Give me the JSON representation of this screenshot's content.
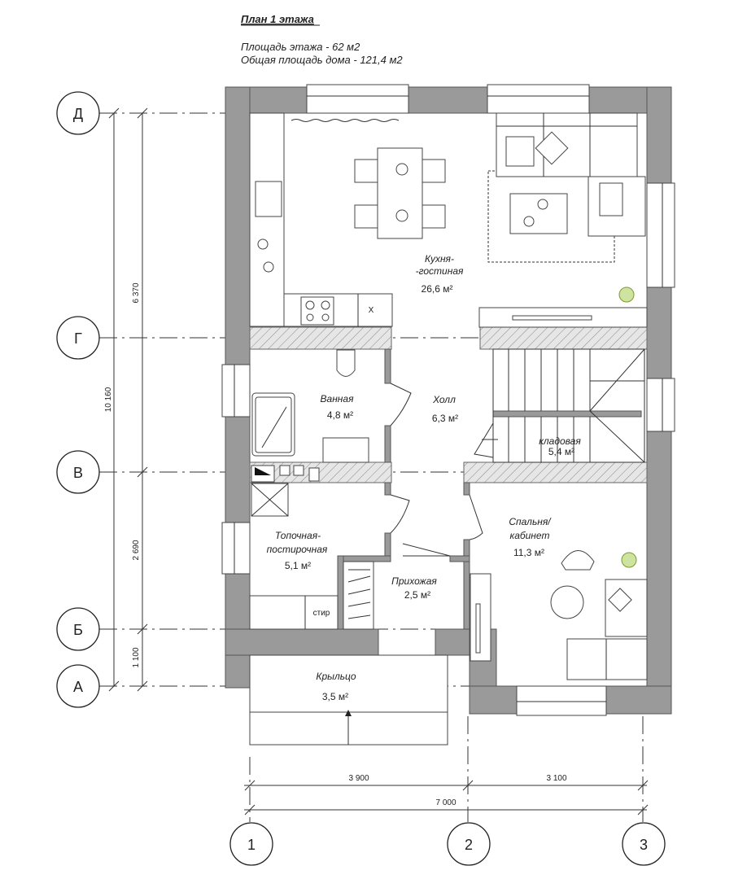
{
  "header": {
    "title": "План 1 этажа",
    "floor_area": "Площадь этажа - 62 м2",
    "total_area": "Общая площадь дома - 121,4 м2"
  },
  "axes": {
    "rows": [
      "Д",
      "Г",
      "В",
      "Б",
      "А"
    ],
    "columns": [
      "1",
      "2",
      "3"
    ]
  },
  "dimensions": {
    "vertical_total": "10 160",
    "vertical": [
      "6 370",
      "2 690",
      "1 100"
    ],
    "horizontal": [
      "3 900",
      "3 100"
    ],
    "horizontal_total": "7 000"
  },
  "rooms": [
    {
      "name1": "Кухня-",
      "name2": "-гостиная",
      "area": "26,6 м²"
    },
    {
      "name1": "Ванная",
      "area": "4,8 м²"
    },
    {
      "name1": "Холл",
      "area": "6,3 м²"
    },
    {
      "name1": "кладовая",
      "area": "5,4 м²"
    },
    {
      "name1": "Топочная-",
      "name2": "постирочная",
      "area": "5,1 м²"
    },
    {
      "name1": "Спальня/",
      "name2": "кабинет",
      "area": "11,3 м²"
    },
    {
      "name1": "Прихожая",
      "area": "2,5 м²"
    },
    {
      "name1": "Крыльцо",
      "area": "3,5 м²"
    }
  ],
  "labels": {
    "laundry": "стир",
    "sink_mark": "X"
  },
  "colors": {
    "wall": "#9a9a9a",
    "plant": "#9bbf3a"
  }
}
